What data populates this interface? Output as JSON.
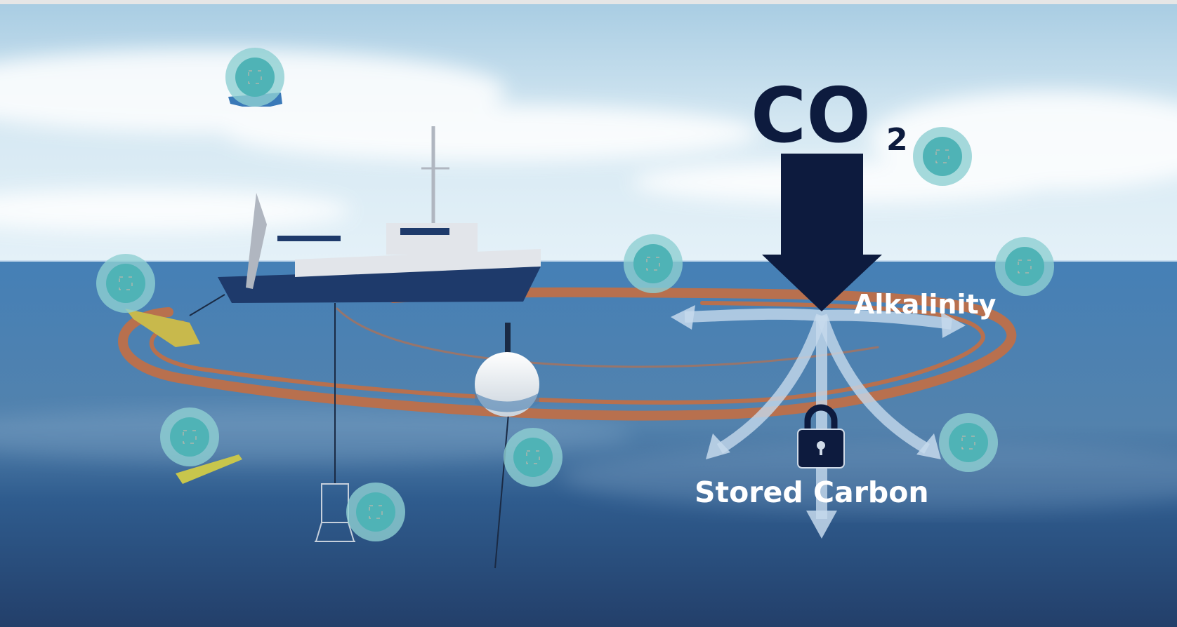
{
  "labels": {
    "co2_main": "CO",
    "co2_sub": "2",
    "alkalinity": "Alkalinity",
    "stored_carbon": "Stored Carbon"
  },
  "hotspots": [
    {
      "id": "drone"
    },
    {
      "id": "co2"
    },
    {
      "id": "surface-center"
    },
    {
      "id": "surface-right"
    },
    {
      "id": "surface-vehicle"
    },
    {
      "id": "glider"
    },
    {
      "id": "buoy"
    },
    {
      "id": "profiler"
    },
    {
      "id": "deep-right"
    }
  ],
  "colors": {
    "navy": "#0d1b3e",
    "hotspot_inner": "#4fb3b6",
    "hotspot_outer": "#8fd0d2",
    "plume": "#b8704e"
  }
}
